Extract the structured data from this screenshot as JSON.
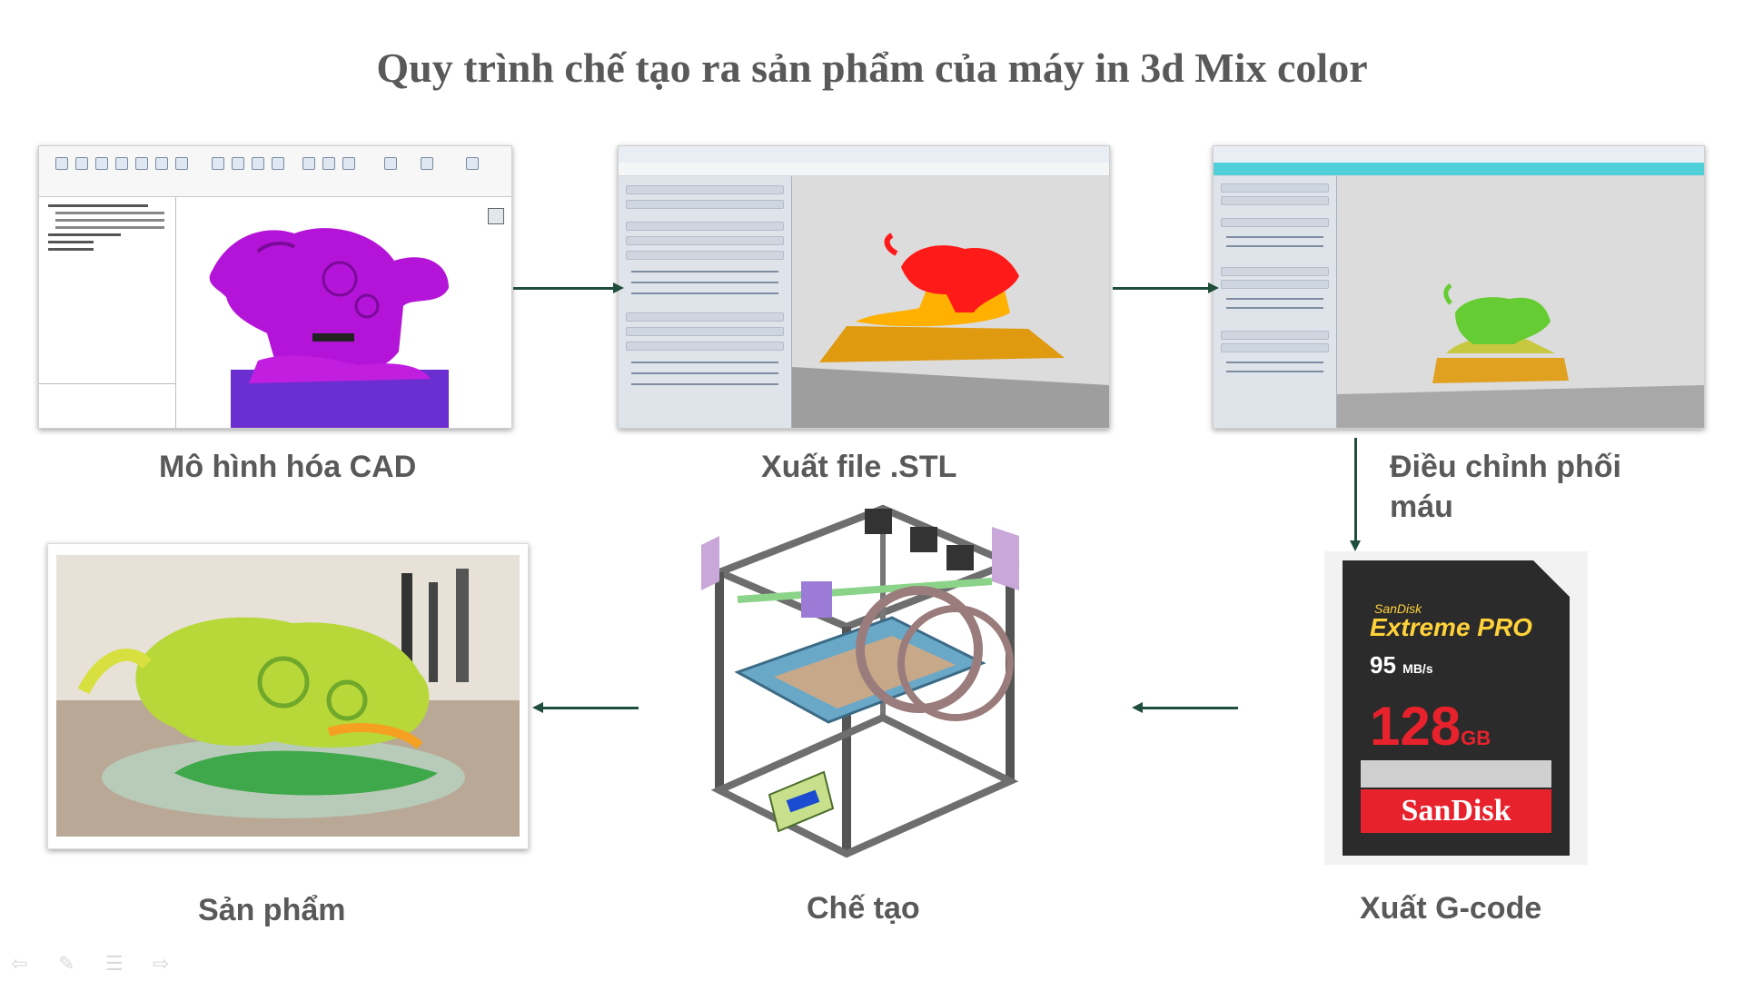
{
  "title": "Quy trình chế tạo ra sản phẩm của máy in 3d Mix color",
  "steps": [
    {
      "label": "Mô hình hóa CAD"
    },
    {
      "label": "Xuất file .STL"
    },
    {
      "label": "Điều chỉnh phối máu"
    },
    {
      "label": "Xuất G-code"
    },
    {
      "label": "Chế tạo"
    },
    {
      "label": "Sản phẩm"
    }
  ],
  "sd_card": {
    "brand_small": "SanDisk",
    "product": "Extreme PRO",
    "speed": "95",
    "speed_unit": "MB/s",
    "capacity": "128",
    "capacity_unit": "GB",
    "logo": "SanDisk"
  },
  "colors": {
    "arrow": "#1f4e3d",
    "text": "#595959",
    "cad_model": "#b414d8",
    "stl_model": "#ff1a1a",
    "gcode_model": "#66cc33"
  },
  "icons": [
    "arrow-left-icon",
    "pen-icon",
    "menu-icon",
    "arrow-right-icon"
  ]
}
